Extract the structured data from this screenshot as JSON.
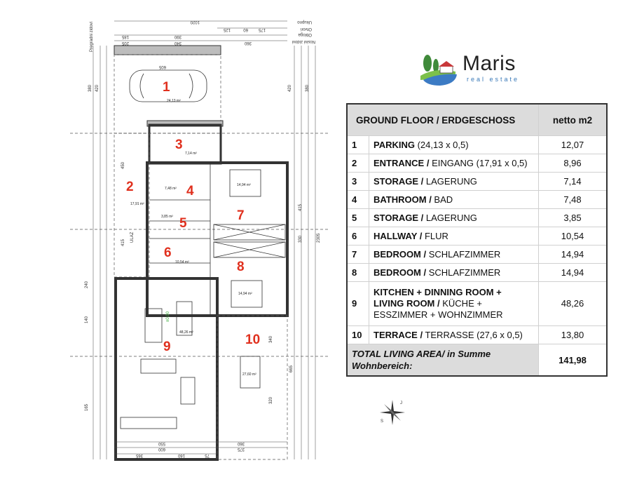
{
  "logo": {
    "name": "Maris",
    "subtitle": "real estate"
  },
  "table": {
    "title": "GROUND FLOOR / ERDGESCHOSS",
    "value_header": "netto m2",
    "rows": [
      {
        "num": "1",
        "bold": "PARKING",
        "rest": " (24,13 x 0,5)",
        "value": "12,07"
      },
      {
        "num": "2",
        "bold": "ENTRANCE /",
        "rest": " EINGANG (17,91 x 0,5)",
        "value": "8,96"
      },
      {
        "num": "3",
        "bold": "STORAGE /",
        "rest": " LAGERUNG",
        "value": "7,14"
      },
      {
        "num": "4",
        "bold": "BATHROOM /",
        "rest": " BAD",
        "value": "7,48"
      },
      {
        "num": "5",
        "bold": "STORAGE /",
        "rest": " LAGERUNG",
        "value": "3,85"
      },
      {
        "num": "6",
        "bold": "HALLWAY /",
        "rest": " FLUR",
        "value": "10,54"
      },
      {
        "num": "7",
        "bold": "BEDROOM /",
        "rest": " SCHLAFZIMMER",
        "value": "14,94"
      },
      {
        "num": "8",
        "bold": "BEDROOM /",
        "rest": " SCHLAFZIMMER",
        "value": "14,94"
      },
      {
        "num": "9",
        "bold": "KITCHEN + DINNING ROOM + LIVING ROOM /",
        "rest": " KÜCHE + ESSZIMMER + WOHNZIMMER",
        "value": "48,26"
      },
      {
        "num": "10",
        "bold": "TERRACE /",
        "rest": " TERRASSE (27,6 x 0,5)",
        "value": "13,80"
      }
    ],
    "total_label": "TOTAL LIVING AREA/ in Summe Wohnbereich:",
    "total_value": "141,98"
  },
  "plan": {
    "rooms": [
      {
        "num": "1",
        "area": "24,13 m²"
      },
      {
        "num": "2",
        "area": "17,91 m²"
      },
      {
        "num": "3",
        "area": "7,14 m²"
      },
      {
        "num": "4",
        "area": "7,48 m²"
      },
      {
        "num": "5",
        "area": "3,85 m²"
      },
      {
        "num": "6",
        "area": "10,54 m²"
      },
      {
        "num": "7",
        "area": "14,94 m²"
      },
      {
        "num": "8",
        "area": "14,94 m²"
      },
      {
        "num": "9",
        "area": "48,26 m²"
      },
      {
        "num": "10",
        "area": "27,60 m²"
      }
    ],
    "level": "±0,00",
    "entry_label": "ULAZ",
    "chain_labels": [
      "Ukupno",
      "Otvori",
      "Obloga",
      "Pregradni zidovi",
      "Nosivi zidovi"
    ],
    "dims_top": [
      "1020",
      "205",
      "340",
      "360",
      "185",
      "390",
      "125",
      "60",
      "175",
      "605"
    ],
    "dims_bottom": [
      "550",
      "360",
      "600",
      "375",
      "365",
      "160",
      "75"
    ],
    "dims_left": [
      "380",
      "420",
      "450",
      "415",
      "240",
      "140",
      "165"
    ],
    "dims_right": [
      "420",
      "380",
      "415",
      "330",
      "2305",
      "665",
      "320",
      "340"
    ],
    "compass_letters": [
      "S",
      "J"
    ]
  }
}
